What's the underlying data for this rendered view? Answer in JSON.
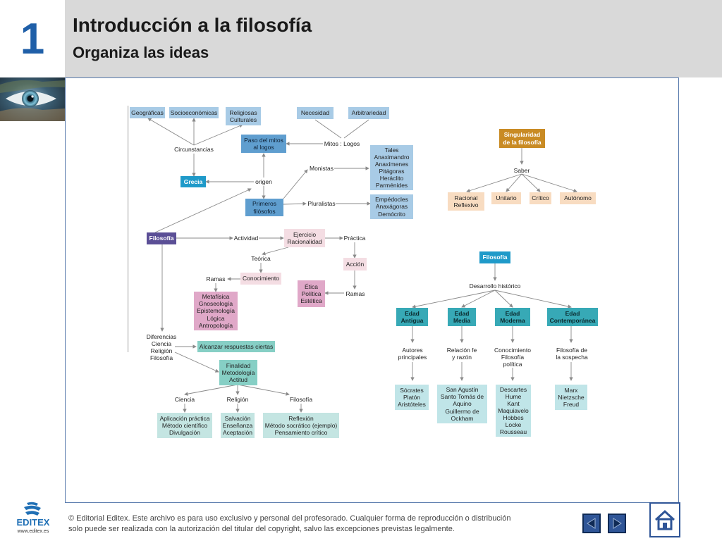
{
  "header": {
    "chapter_number": "1",
    "title": "Introducción a la filosofía",
    "subtitle": "Organiza las ideas"
  },
  "diagram": {
    "nodes": {
      "geograficas": "Geográficas",
      "socioeconomicas": "Socioeconómicas",
      "religiosas": [
        "Religiosas",
        "Culturales"
      ],
      "necesidad": "Necesidad",
      "arbitrariedad": "Arbitrariedad",
      "circunstancias": "Circunstancias",
      "paso": [
        "Paso del mitos",
        "al logos"
      ],
      "mitos_logos": "Mitos : Logos",
      "grecia": "Grecia",
      "origen": "origen",
      "monistas": "Monistas",
      "monistas_list": [
        "Tales",
        "Anaximandro",
        "Anaxímenes",
        "Pitágoras",
        "Heráclito",
        "Parménides"
      ],
      "primeros": [
        "Primeros",
        "filósofos"
      ],
      "pluralistas": "Pluralistas",
      "pluralistas_list": [
        "Empédocles",
        "Anaxágoras",
        "Demócrito"
      ],
      "filosofia": "Filosofía",
      "actividad": "Actividad",
      "ejercicio": [
        "Ejercicio",
        "Racionalidad"
      ],
      "practica": "Práctica",
      "teorica": "Teórica",
      "accion": "Acción",
      "ramas_left": "Ramas",
      "conocimiento": "Conocimiento",
      "etica": [
        "Ética",
        "Política",
        "Estética"
      ],
      "ramas_right": "Ramas",
      "metafisica": [
        "Metafísica",
        "Gnoseología",
        "Epistemología",
        "Lógica",
        "Antropología"
      ],
      "diferencias": [
        "Diferencias",
        "Ciencia",
        "Religión",
        "Filosofía"
      ],
      "alcanzar": "Alcanzar respuestas ciertas",
      "finalidad": [
        "Finalidad",
        "Metodología",
        "Actitud"
      ],
      "ciencia": "Ciencia",
      "religion": "Religión",
      "filosofia_lbl": "Filosofía",
      "aplicacion": [
        "Aplicación práctica",
        "Método científico",
        "Divulgación"
      ],
      "salvacion": [
        "Salvación",
        "Enseñanza",
        "Aceptación"
      ],
      "reflexion": [
        "Reflexión",
        "Método socrático (ejemplo)",
        "Pensamiento crítico"
      ],
      "singularidad": [
        "Singularidad",
        "de la filosofía"
      ],
      "saber": "Saber",
      "racional": [
        "Racional",
        "Reflexivo"
      ],
      "unitario": "Unitario",
      "critico": "Crítico",
      "autonomo": "Autónomo",
      "filosofia2": "Filosofía",
      "desarrollo": "Desarrollo histórico",
      "edad_antigua": [
        "Edad",
        "Antigua"
      ],
      "edad_media": [
        "Edad",
        "Media"
      ],
      "edad_moderna": [
        "Edad",
        "Moderna"
      ],
      "edad_contemporanea": [
        "Edad",
        "Contemporánea"
      ],
      "autores": [
        "Autores",
        "principales"
      ],
      "relacion": [
        "Relación fe",
        "y razón"
      ],
      "conocimiento_fp": [
        "Conocimiento",
        "Filosofía",
        "política"
      ],
      "sospecha": [
        "Filosofía de",
        "la sospecha"
      ],
      "socrates": [
        "Sócrates",
        "Platón",
        "Aristóteles"
      ],
      "san_agustin": [
        "San Agustín",
        "Santo Tomás de",
        "Aquino",
        "Guillermo de",
        "Ockham"
      ],
      "descartes": [
        "Descartes",
        "Hume",
        "Kant",
        "Maquiavelo",
        "Hobbes",
        "Locke",
        "Rousseau"
      ],
      "marx": [
        "Marx",
        "Nietzsche",
        "Freud"
      ]
    }
  },
  "footer": {
    "logo_text": "EDITEX",
    "logo_url": "www.editex.es",
    "copyright_line1": "© Editorial Editex. Este archivo es para uso exclusivo y personal del profesorado. Cualquier forma de reproducción o distribución",
    "copyright_line2": "solo puede ser realizada con la autorización del titular del copyright, salvo las excepciones previstas legalmente."
  },
  "colors": {
    "accent": "#2f5597",
    "header_bg": "#d9d9d9",
    "chapter_number": "#1f5fa8"
  }
}
